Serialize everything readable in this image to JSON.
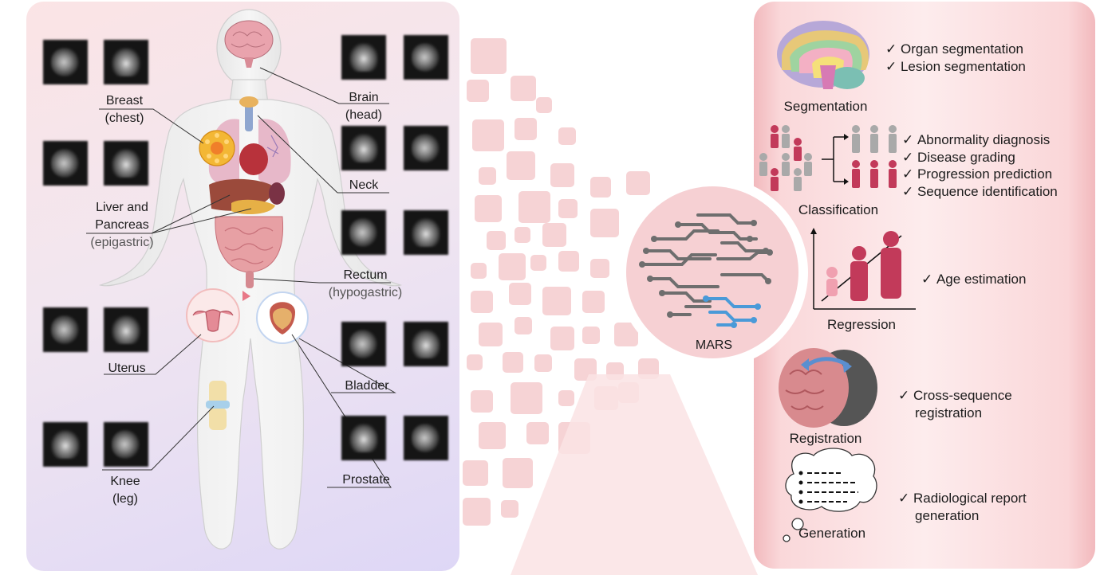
{
  "organs": {
    "breast": {
      "line1": "Breast",
      "line2": "(chest)"
    },
    "brain": {
      "line1": "Brain",
      "line2": "(head)"
    },
    "neck": {
      "line1": "Neck"
    },
    "liver": {
      "line1": "Liver and",
      "line2": "Pancreas",
      "line3": "(epigastric)"
    },
    "rectum": {
      "line1": "Rectum",
      "line2": "(hypogastric)"
    },
    "uterus": {
      "line1": "Uterus"
    },
    "bladder": {
      "line1": "Bladder"
    },
    "knee": {
      "line1": "Knee",
      "line2": "(leg)"
    },
    "prostate": {
      "line1": "Prostate"
    }
  },
  "model": {
    "name": "MARS"
  },
  "tasks": {
    "segmentation": {
      "title": "Segmentation",
      "items": [
        "Organ segmentation",
        "Lesion segmentation"
      ]
    },
    "classification": {
      "title": "Classification",
      "items": [
        "Abnormality diagnosis",
        "Disease grading",
        "Progression prediction",
        "Sequence identification"
      ]
    },
    "regression": {
      "title": "Regression",
      "items": [
        "Age estimation"
      ]
    },
    "registration": {
      "title": "Registration",
      "items": [
        "Cross-sequence",
        "registration"
      ]
    },
    "generation": {
      "title": "Generation",
      "items": [
        "Radiological report",
        "generation"
      ]
    }
  },
  "colors": {
    "crimson": "#c23a5a",
    "grey_figure": "#a9a9a9",
    "circuit_grey": "#6e6e6e",
    "circuit_blue": "#4a9ad8"
  }
}
